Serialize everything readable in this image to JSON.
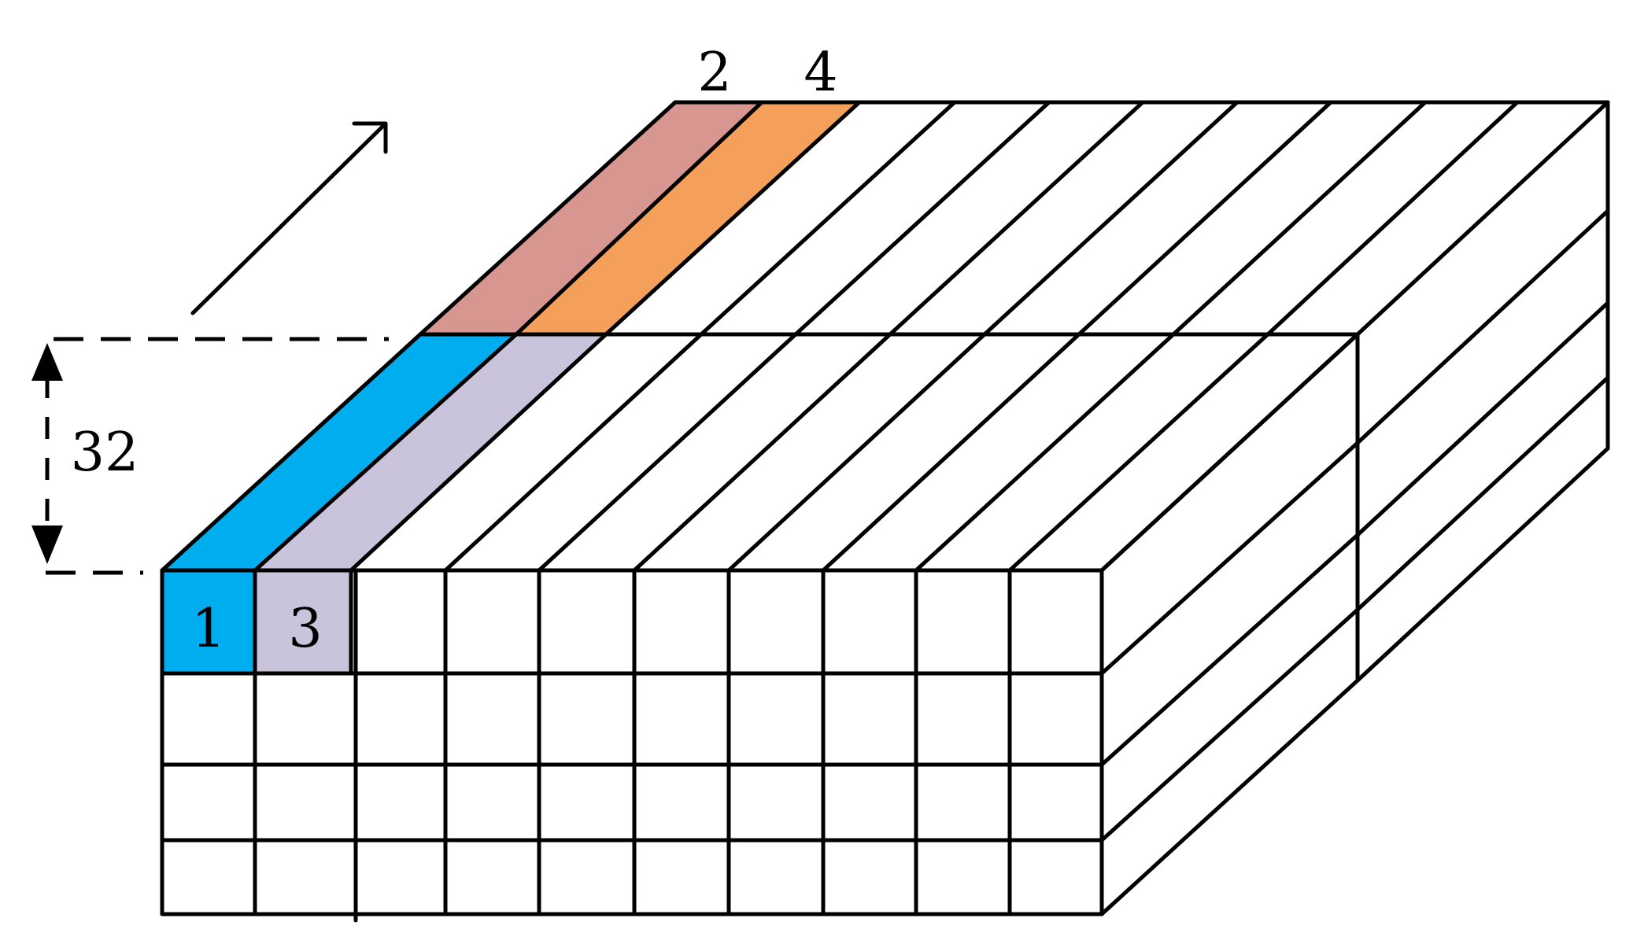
{
  "labels": {
    "cell_1": "1",
    "cell_2": "2",
    "cell_3": "3",
    "cell_4": "4",
    "dimension": "32"
  },
  "colors": {
    "cell_1": "#00AEEF",
    "cell_2": "#D89690",
    "cell_3": "#C9C3DC",
    "cell_4": "#F4A05A",
    "line": "#000000",
    "background": "#FFFFFF"
  },
  "grid": {
    "front_columns": 10,
    "front_rows": 4,
    "top_strips": 10
  }
}
